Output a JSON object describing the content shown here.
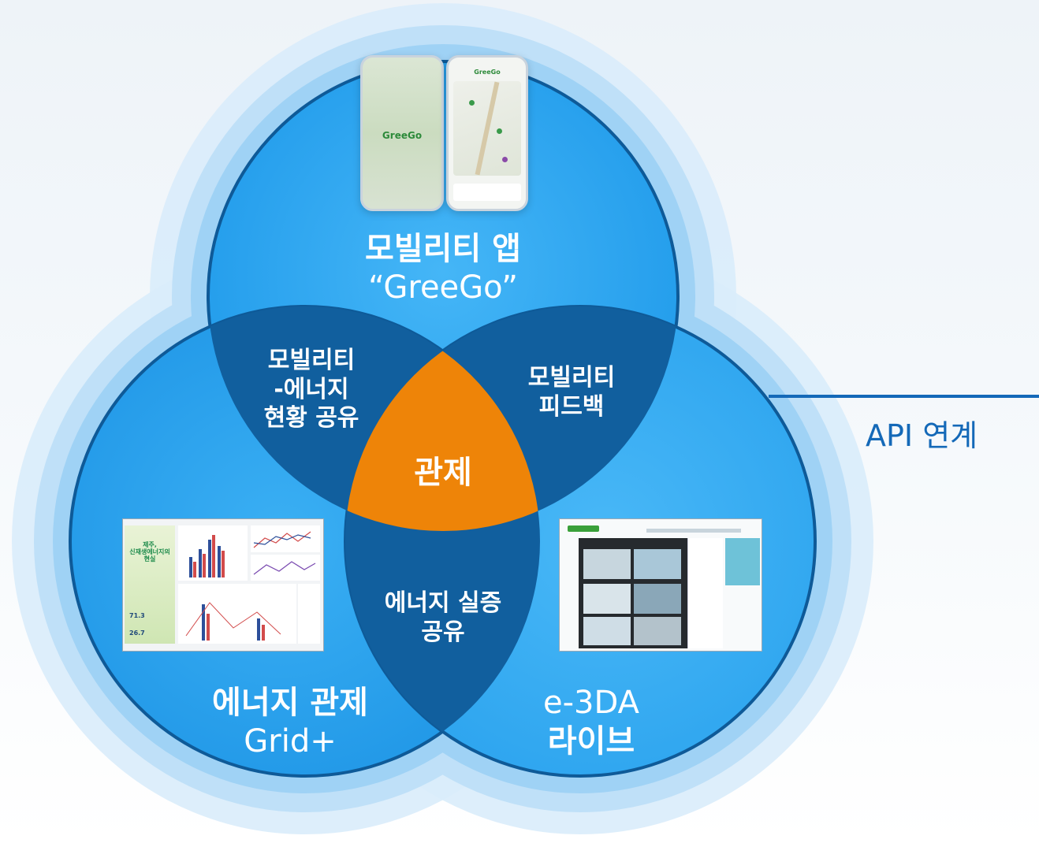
{
  "diagram": {
    "circles": {
      "top": {
        "title": "모빌리티 앱",
        "subtitle": "“GreeGo”"
      },
      "left": {
        "title": "에너지 관제",
        "subtitle": "Grid+"
      },
      "right": {
        "title": "e-3DA",
        "subtitle": "라이브"
      }
    },
    "overlaps": {
      "top_left": [
        "모빌리티",
        "-에너지",
        "현황 공유"
      ],
      "top_right": [
        "모빌리티",
        "피드백"
      ],
      "left_right": [
        "에너지 실증",
        "공유"
      ]
    },
    "center": "관제",
    "connector": "API 연계",
    "phone_logo": "GreeGo",
    "dashboard_title": [
      "제주,",
      "신재생에너지의",
      "현실"
    ],
    "dashboard_stats": [
      "71.3",
      "26.7"
    ]
  },
  "colors": {
    "circle_light": "#33a9f2",
    "overlap_dark": "#115f9e",
    "center_orange": "#ee8408",
    "halo": "#aad6f5",
    "connector_text": "#1469b8"
  }
}
